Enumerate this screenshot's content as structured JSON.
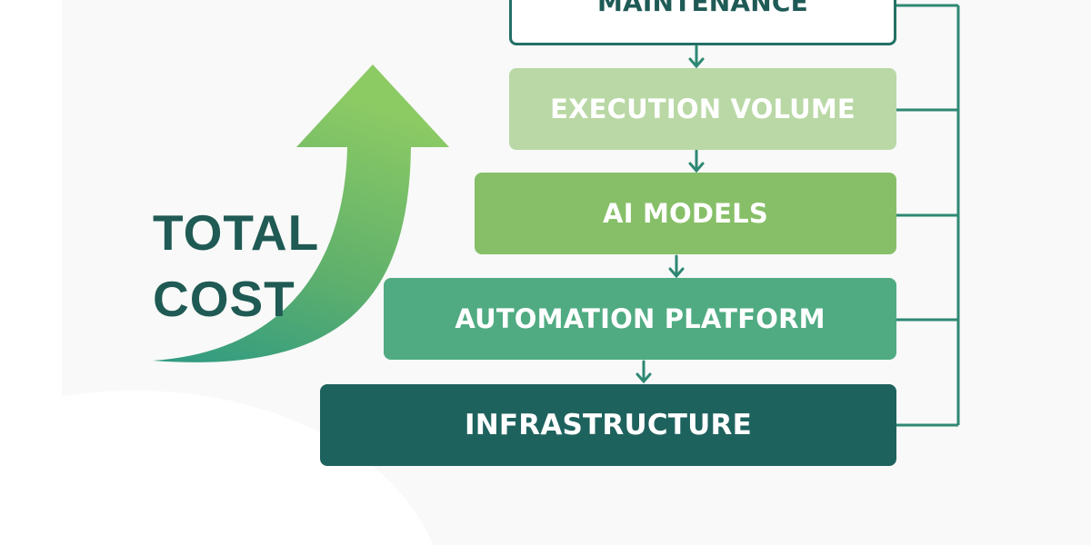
{
  "total_cost": {
    "line1": "TOTAL",
    "line2": "COST"
  },
  "layers": [
    {
      "label": "MAINTENANCE"
    },
    {
      "label": "EXECUTION VOLUME"
    },
    {
      "label": "AI MODELS"
    },
    {
      "label": "AUTOMATION PLATFORM"
    },
    {
      "label": "INFRASTRUCTURE"
    }
  ],
  "colors": {
    "dark_teal": "#1e625e",
    "teal_green": "#50ab82",
    "leaf_green": "#87bf68",
    "pale_green": "#b9d8a5",
    "connector": "#2e8873"
  }
}
